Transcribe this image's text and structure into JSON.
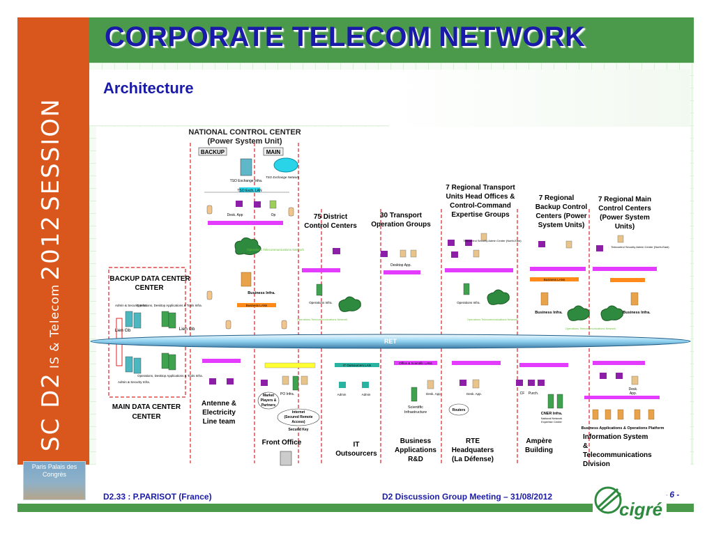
{
  "slide": {
    "title": "CORPORATE TELECOM NETWORK",
    "subtitle": "Architecture",
    "session": {
      "sc": "SC D2",
      "topic": "IS & Telecom",
      "year": "2012",
      "word": "SESSION"
    },
    "venue": "Paris Palais des Congrès",
    "footer_left": "D2.33 : P.PARISOT (France)",
    "footer_right": "D2 Discussion Group Meeting  –  31/08/2012",
    "page": "- 6 -",
    "logo_text": "cigré"
  },
  "diagram": {
    "ncc_title": "NATIONAL CONTROL CENTER",
    "ncc_sub": "(Power System Unit)",
    "backup": "BACKUP",
    "main": "MAIN",
    "tso_infra": "TSO Exchange Infra.",
    "tso_net": "TSO Exchange Network",
    "tso_lan": "TSO Exch. LAN",
    "desk_app": "Desk. App",
    "op": "Op",
    "ops_net": "Operations Telecommunications Network",
    "business_infra": "Business Infra.",
    "business_lans": "Business LANs",
    "backup_dc": "BACKUP DATA CENTER",
    "main_dc": "MAIN DATA CENTER",
    "admin_sec": "Admin & Security Infra.",
    "ops_desktop": "Operations, Desktop Applications & Tools Infra.",
    "lien_gb": "Lien Gb",
    "district": "75 District Control Centers",
    "transport_groups": "30 Transport Operation Groups",
    "regional_transport": "7 Regional Transport Units Head Offices & Control-Command Expertise Groups",
    "regional_backup": "7 Regional Backup Control Centers (Power System Units)",
    "regional_main": "7 Regional Main Control Centers (Power System Units)",
    "telecontrol": "Telecontrol Security Admin Center (North-East)",
    "ops_infra": "Operations Infra.",
    "ret": "RET",
    "antenne": "Antenne & Electricity Line team",
    "front_office": "Front Office",
    "market": "Market Players & Partners",
    "po_infra": "PO Infra.",
    "internet": "Internet (Secured Remote Access)",
    "securid": "SecurId Key",
    "it_out": "IT Outsourcers",
    "it_lan": "IT Outsourcers LAN",
    "admin": "Admin",
    "business_apps": "Business Applications R&D",
    "scientific": "Scientific Infrastructure",
    "office_lan": "Office & Scientific LANs",
    "rte_hq": "RTE Headquaters (La Défense)",
    "routers": "Routers",
    "ampere": "Ampère Building",
    "cner": "CNER Infra.",
    "cner_sub": "National Network Expertise Center",
    "cf": "CF",
    "purch": "Purch.",
    "bap": "Business Applications & Operations Platform",
    "isd": "Information System & Telecommunications Division",
    "desk_app2": "Desktop App."
  },
  "colors": {
    "orange": "#d9571c",
    "green": "#4b9a4b",
    "navy": "#1a1aa8",
    "magenta": "#e43cff",
    "cyan": "#2ad4e8",
    "red_dash": "#e02020"
  }
}
